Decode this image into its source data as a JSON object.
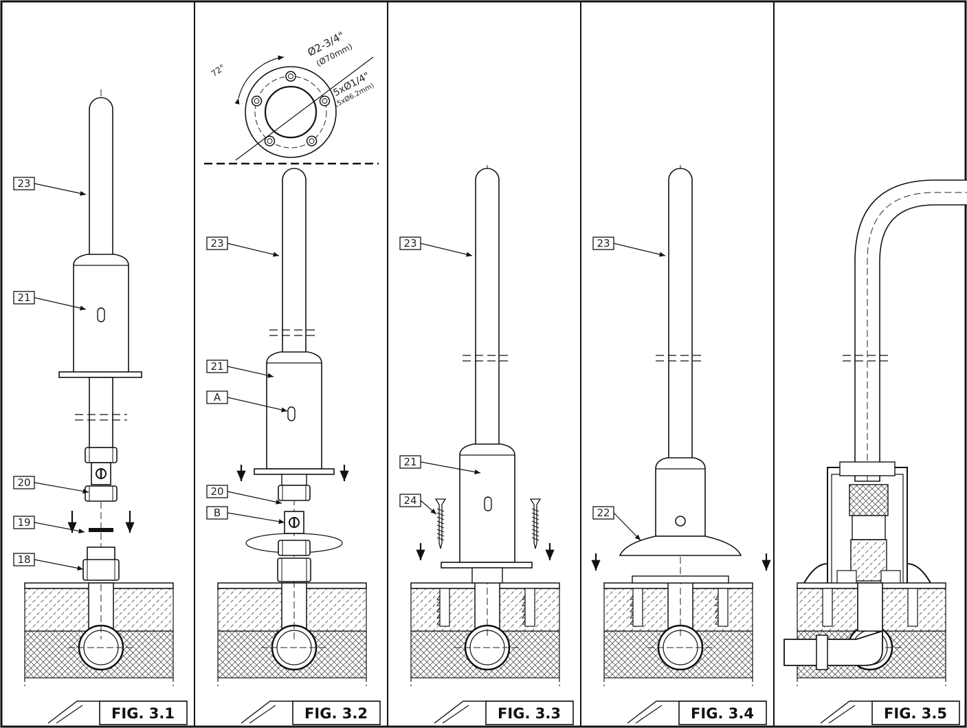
{
  "panels": [
    {
      "figure": "FIG. 3.1",
      "callouts": [
        "23",
        "21",
        "20",
        "19",
        "18"
      ]
    },
    {
      "figure": "FIG. 3.2",
      "callouts": [
        "23",
        "21",
        "A",
        "20",
        "B"
      ],
      "plate_detail": {
        "angle": "72°",
        "diameter": "Ø2-3/4\"",
        "diameter_mm": "(Ø70mm)",
        "holes": "5xØ1/4\"",
        "holes_mm": "(5xØ6.2mm)"
      }
    },
    {
      "figure": "FIG. 3.3",
      "callouts": [
        "23",
        "21",
        "24"
      ]
    },
    {
      "figure": "FIG. 3.4",
      "callouts": [
        "23",
        "22"
      ]
    },
    {
      "figure": "FIG. 3.5",
      "callouts": []
    }
  ]
}
